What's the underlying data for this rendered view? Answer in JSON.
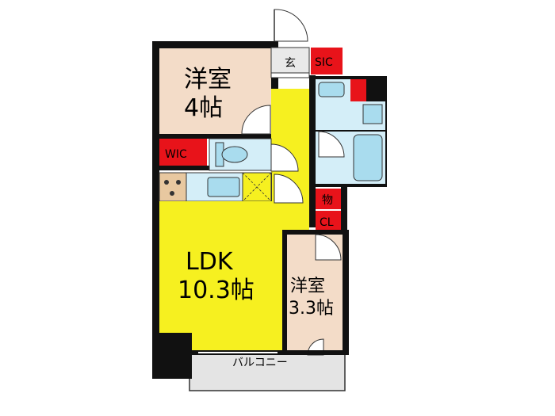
{
  "colors": {
    "wall": "#111111",
    "western_room": "#f3dcc8",
    "ldk": "#f6f020",
    "storage_red": "#e8131a",
    "wet_area": "#d4eef8",
    "fixture_blue": "#a9dcee",
    "balcony": "#e4e4e4",
    "kitchen_tan": "#e8c8a0"
  },
  "rooms": {
    "western_room_1": {
      "line1": "洋室",
      "line2": "4帖"
    },
    "ldk": {
      "line1": "LDK",
      "line2": "10.3帖"
    },
    "western_room_2": {
      "line1": "洋室",
      "line2": "3.3帖"
    },
    "wic": "WIC",
    "sic": "SIC",
    "entrance": "玄",
    "storage": "物",
    "closet": "CL",
    "balcony": "バルコニー"
  }
}
